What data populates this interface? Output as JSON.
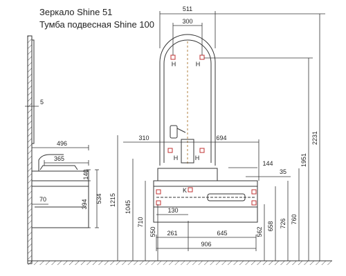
{
  "titles": {
    "mirror": "Зеркало Shine 51",
    "cabinet": "Тумба подвесная Shine 100"
  },
  "side_view": {
    "mirror_gap": "5",
    "depth_total": "496",
    "depth_basin": "365",
    "basin_height": "140",
    "height_534": "534",
    "height_394": "394",
    "drawer_offset": "70"
  },
  "front_view": {
    "mirror_width": "511",
    "mirror_inner": "300",
    "mark_h": "H",
    "mark_k": "K",
    "offset_310": "310",
    "offset_694": "694",
    "offset_144": "144",
    "offset_35": "35",
    "offset_130": "130",
    "offset_261": "261",
    "offset_645": "645",
    "cabinet_width": "906"
  },
  "heights": {
    "h_1215": "1215",
    "h_1045": "1045",
    "h_710": "710",
    "h_550": "550",
    "h_562": "562",
    "h_658": "658",
    "h_726": "726",
    "h_760": "760",
    "h_1951": "1951",
    "h_2231": "2231"
  }
}
